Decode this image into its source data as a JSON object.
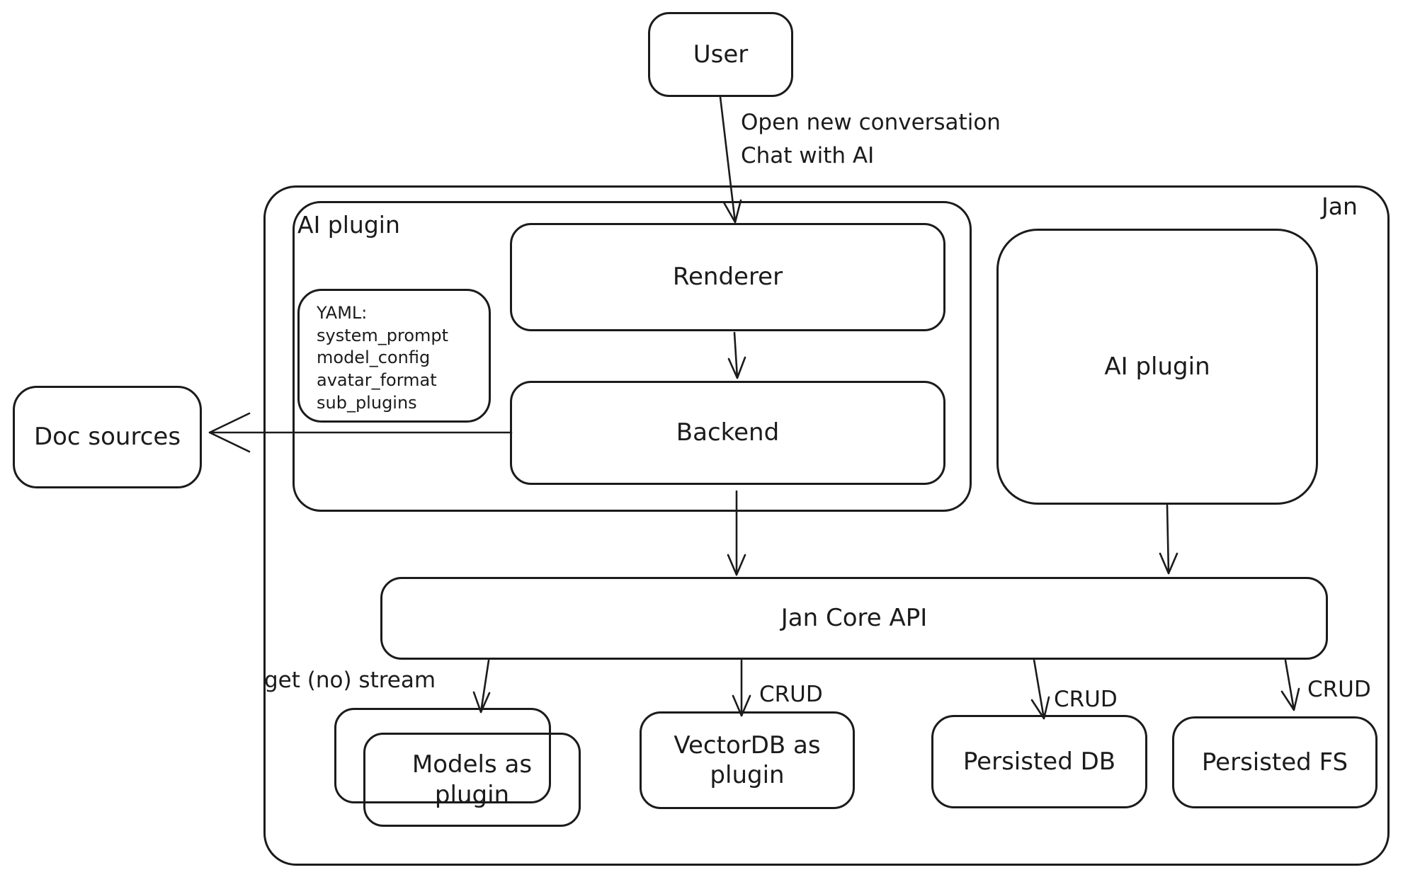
{
  "nodes": {
    "user": {
      "label": "User"
    },
    "jan_container": {
      "label": "Jan"
    },
    "ai_plugin_container": {
      "label": "AI plugin"
    },
    "yaml_note": {
      "lines": [
        "YAML:",
        "system_prompt",
        "model_config",
        "avatar_format",
        "sub_plugins"
      ]
    },
    "renderer": {
      "label": "Renderer"
    },
    "backend": {
      "label": "Backend"
    },
    "ai_plugin_right": {
      "label": "AI plugin"
    },
    "doc_sources": {
      "label": "Doc sources"
    },
    "jan_core_api": {
      "label": "Jan Core API"
    },
    "models_as_plugin": {
      "label": "Models as\nplugin"
    },
    "vectordb_as_plugin": {
      "label": "VectorDB as\nplugin"
    },
    "persisted_db": {
      "label": "Persisted DB"
    },
    "persisted_fs": {
      "label": "Persisted FS"
    }
  },
  "edge_labels": {
    "user_to_renderer": "Open new conversation\nChat with AI",
    "core_to_models": "get (no) stream",
    "core_to_vectordb": "CRUD",
    "core_to_persisted_db": "CRUD",
    "core_to_persisted_fs": "CRUD"
  },
  "colors": {
    "stroke": "#1b1b1b",
    "background": "#ffffff"
  }
}
